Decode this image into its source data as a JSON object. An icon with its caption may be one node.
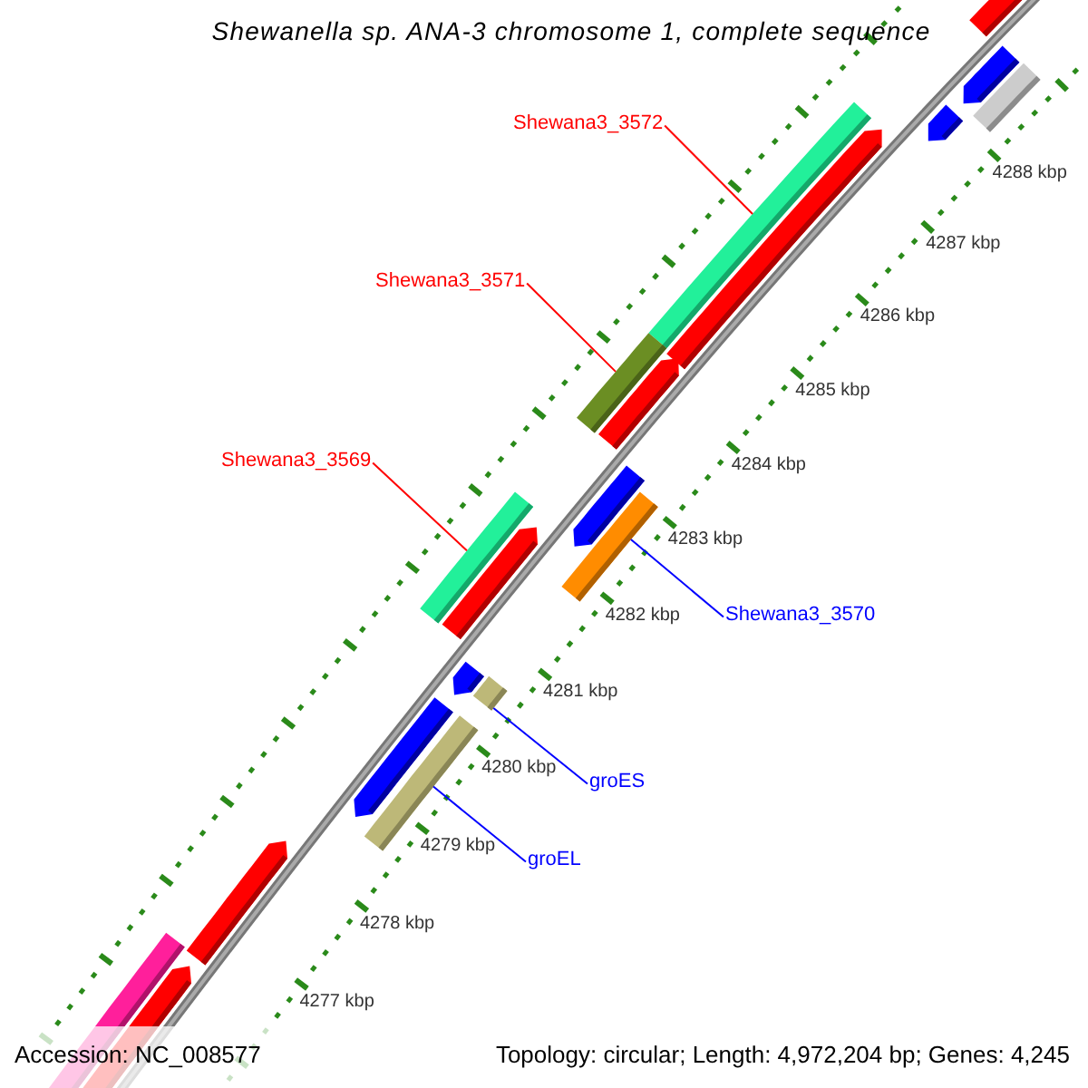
{
  "diagram": {
    "title": "Shewanella sp. ANA-3 chromosome 1, complete sequence",
    "nodes": [
      {
        "text": [
          "Shewana3_3572"
        ]
      },
      {
        "text": [],
        "shape": "bar"
      },
      {
        "text": [
          "Shewana3_3571"
        ]
      },
      {
        "text": [],
        "shape": "bar"
      },
      {
        "text": [
          "Shewana3_3569"
        ]
      },
      {
        "text": [],
        "shape": "bar"
      },
      {
        "text": [
          "Shewana3_3570"
        ]
      },
      {
        "text": [],
        "shape": "bar"
      },
      {
        "text": [
          "groES"
        ]
      },
      {
        "text": [],
        "shape": "bar"
      },
      {
        "text": [
          "groEL"
        ]
      },
      {
        "text": [],
        "shape": "bar"
      }
    ],
    "edges": [
      {
        "from": 0,
        "to": 1,
        "arrow": "none",
        "color": "#ff0000"
      },
      {
        "from": 2,
        "to": 3,
        "arrow": "none",
        "color": "#ff0000"
      },
      {
        "from": 4,
        "to": 5,
        "arrow": "none",
        "color": "#ff0000"
      },
      {
        "from": 6,
        "to": 7,
        "arrow": "none",
        "color": "#0000ff"
      },
      {
        "from": 8,
        "to": 9,
        "arrow": "none",
        "color": "#0000ff"
      },
      {
        "from": 10,
        "to": 11,
        "arrow": "none",
        "color": "#0000ff"
      }
    ],
    "labels": [
      "4288 kbp",
      "4287 kbp",
      "4286 kbp",
      "4285 kbp",
      "4284 kbp",
      "4283 kbp",
      "4282 kbp",
      "4281 kbp",
      "4280 kbp",
      "4279 kbp",
      "4278 kbp",
      "4277 kbp",
      "Accession: NC_008577",
      "Topology: circular; Length: 4,972,204 bp; Genes: 4,245"
    ]
  }
}
